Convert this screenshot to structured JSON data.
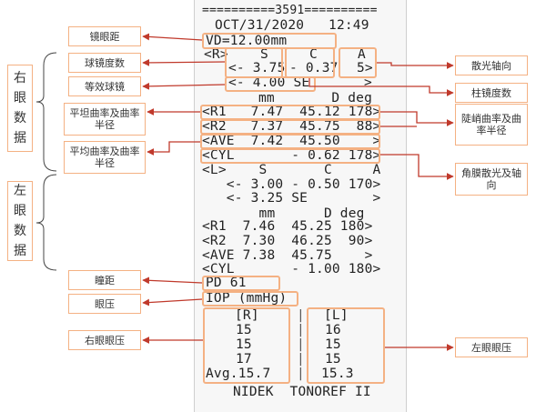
{
  "printout": {
    "header_line": "==========3591==========",
    "datetime": "OCT/31/2020   12:49",
    "vd": "VD=12.00mm",
    "right_eye": {
      "marker": "<R>",
      "col_s": "S",
      "col_c": "C",
      "col_a": "A",
      "sphere": "<- 3.75",
      "cylinder": "- 0.37",
      "axis": "5>",
      "se": "<- 4.00 SE",
      "se_close": ">",
      "units": "mm       D deg",
      "r1": "<R1   7.47  45.12 178>",
      "r2": "<R2   7.37  45.75  88>",
      "ave": "<AVE  7.42  45.50    >",
      "cyl": "<CYL       - 0.62 178>"
    },
    "left_eye": {
      "header": "<L>    S       C     A",
      "ref": "   <- 3.00 - 0.50 170>",
      "se": "   <- 3.25 SE        >",
      "units": "       mm      D deg",
      "r1": "<R1  7.46  45.25 180>",
      "r2": "<R2  7.30  46.25  90>",
      "ave": "<AVE 7.38  45.75    >",
      "cyl": "<CYL       - 1.00 180>"
    },
    "pd": "PD 61",
    "iop": "IOP (mmHg)",
    "iop_r_header": "[R]",
    "iop_l_header": "[L]",
    "iop_r_values": [
      "15",
      "15",
      "17"
    ],
    "iop_l_values": [
      "16",
      "15",
      "15"
    ],
    "iop_r_avg": "Avg.15.7",
    "iop_l_avg": "15.3",
    "footer": "NIDEK  TONOREF II"
  },
  "labels": {
    "vertex_distance": "镜眼距",
    "sphere": "球镜度数",
    "spherical_equivalent": "等效球镜",
    "flat_curvature": "平坦曲率及曲率半径",
    "mean_curvature": "平均曲率及曲率半径",
    "pd": "瞳距",
    "iop": "眼压",
    "right_iop": "右眼眼压",
    "cyl_axis": "散光轴向",
    "cylinder": "柱镜度数",
    "steep_curvature": "陡峭曲率及曲率半径",
    "corneal_astig": "角膜散光及轴向",
    "left_iop": "左眼眼压",
    "right_eye_data": "右眼数据",
    "left_eye_data": "左眼数据"
  },
  "colors": {
    "accent": "#f4b183",
    "arrow": "#c0392b",
    "text": "#222222"
  }
}
